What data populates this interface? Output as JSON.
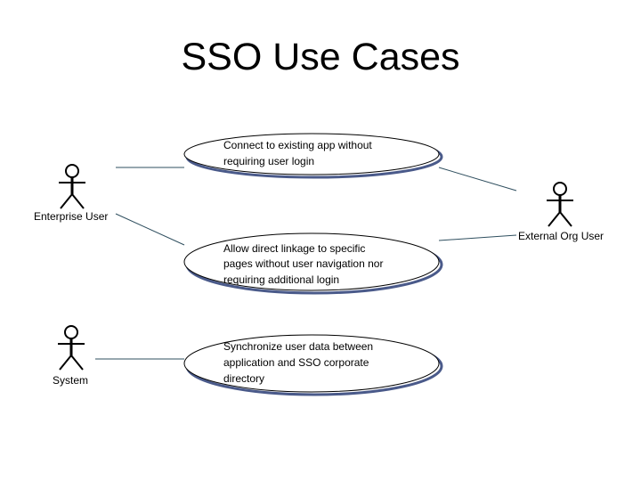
{
  "title": "SSO Use Cases",
  "actors": {
    "enterprise_user": "Enterprise User",
    "external_org_user": "External Org User",
    "system": "System"
  },
  "use_cases": [
    {
      "lines": [
        "Connect to existing app without",
        "requiring user login"
      ]
    },
    {
      "lines": [
        "Allow direct linkage to specific",
        "pages without user navigation nor",
        "requiring additional login"
      ]
    },
    {
      "lines": [
        "Synchronize user data between",
        "application and SSO corporate",
        "directory"
      ]
    }
  ],
  "colors": {
    "line": "#2f4f5f",
    "ellipse_stroke": "#000000",
    "ellipse_shadow": "#4a5a8a",
    "background": "#ffffff"
  }
}
